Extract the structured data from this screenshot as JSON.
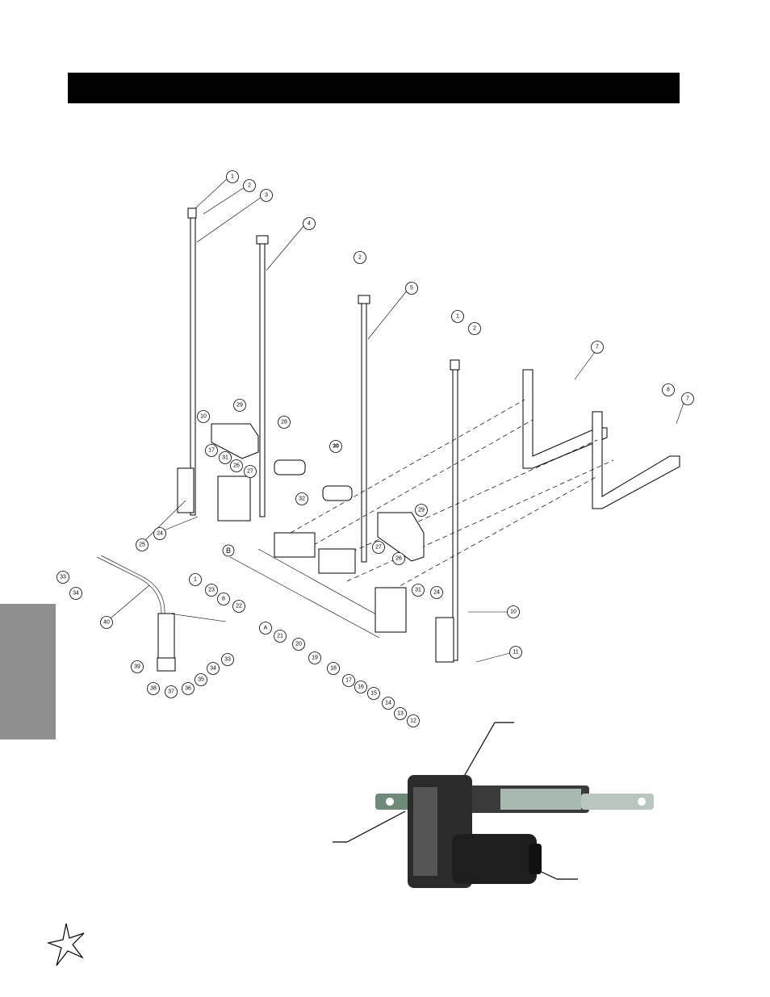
{
  "header": {
    "title": ""
  },
  "side_tab": {
    "label": ""
  },
  "diagram": {
    "callouts": [
      {
        "id": "c1a",
        "label": "1"
      },
      {
        "id": "c2a",
        "label": "2"
      },
      {
        "id": "c3",
        "label": "3"
      },
      {
        "id": "c4",
        "label": "4"
      },
      {
        "id": "c2b",
        "label": "2"
      },
      {
        "id": "c5",
        "label": "5"
      },
      {
        "id": "c1b",
        "label": "1"
      },
      {
        "id": "c2c",
        "label": "2"
      },
      {
        "id": "c7a",
        "label": "7"
      },
      {
        "id": "c8a",
        "label": "8"
      },
      {
        "id": "c7b",
        "label": "7"
      },
      {
        "id": "c10a",
        "label": "10"
      },
      {
        "id": "c29a",
        "label": "29"
      },
      {
        "id": "c28",
        "label": "28"
      },
      {
        "id": "c30",
        "label": "30"
      },
      {
        "id": "c17a",
        "label": "17"
      },
      {
        "id": "c31a",
        "label": "31"
      },
      {
        "id": "c26a",
        "label": "26"
      },
      {
        "id": "c27a",
        "label": "27"
      },
      {
        "id": "c32",
        "label": "32"
      },
      {
        "id": "c25",
        "label": "25"
      },
      {
        "id": "c24a",
        "label": "24"
      },
      {
        "id": "c29b",
        "label": "29"
      },
      {
        "id": "c27b",
        "label": "27"
      },
      {
        "id": "c26b",
        "label": "26"
      },
      {
        "id": "c31b",
        "label": "31"
      },
      {
        "id": "c24b",
        "label": "24"
      },
      {
        "id": "c10b",
        "label": "10"
      },
      {
        "id": "c11",
        "label": "11"
      },
      {
        "id": "c33a",
        "label": "33"
      },
      {
        "id": "c34a",
        "label": "34"
      },
      {
        "id": "c1c",
        "label": "1"
      },
      {
        "id": "c23",
        "label": "23"
      },
      {
        "id": "c8b",
        "label": "8"
      },
      {
        "id": "c22",
        "label": "22"
      },
      {
        "id": "c40",
        "label": "40"
      },
      {
        "id": "cA",
        "label": "A"
      },
      {
        "id": "c21",
        "label": "21"
      },
      {
        "id": "c20",
        "label": "20"
      },
      {
        "id": "c19",
        "label": "19"
      },
      {
        "id": "c18",
        "label": "18"
      },
      {
        "id": "c17b",
        "label": "17"
      },
      {
        "id": "c16",
        "label": "16"
      },
      {
        "id": "c15",
        "label": "15"
      },
      {
        "id": "c14",
        "label": "14"
      },
      {
        "id": "c13",
        "label": "13"
      },
      {
        "id": "c12",
        "label": "12"
      },
      {
        "id": "c39",
        "label": "39"
      },
      {
        "id": "c34b",
        "label": "34"
      },
      {
        "id": "c33b",
        "label": "33"
      },
      {
        "id": "c38",
        "label": "38"
      },
      {
        "id": "c37",
        "label": "37"
      },
      {
        "id": "c36",
        "label": "36"
      },
      {
        "id": "c35",
        "label": "35"
      }
    ],
    "b_marker": "B"
  },
  "photo_callouts": {
    "top": "",
    "left": "",
    "right": ""
  },
  "colors": {
    "title_bar": "#000000",
    "side_tab": "#8f8f8f",
    "actuator_body": "#2b2b2b",
    "actuator_rod": "#b8c6bd"
  }
}
